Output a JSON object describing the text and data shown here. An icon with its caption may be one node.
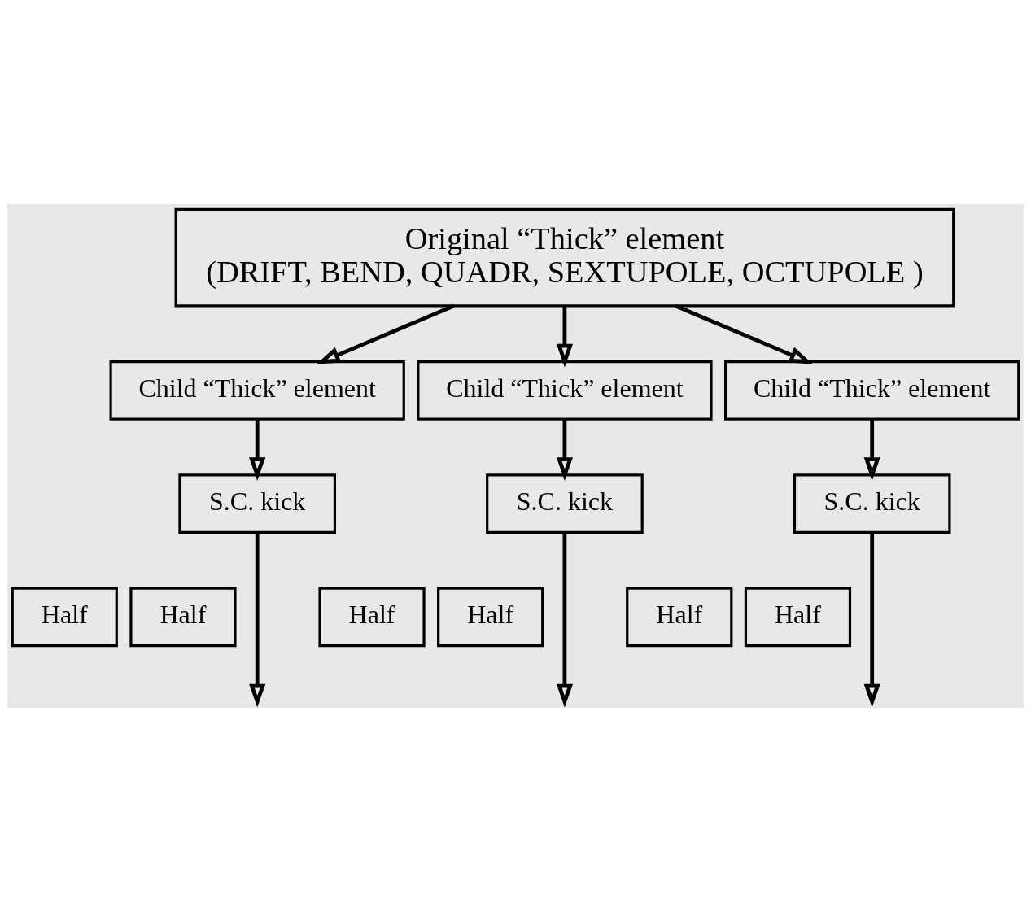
{
  "diagram": {
    "nodes": [
      {
        "text": [
          "Original “Thick” element",
          "(DRIFT, BEND, QUADR, SEXTUPOLE, OCTUPOLE )"
        ]
      },
      {
        "text": [
          "Child “Thick” element"
        ]
      },
      {
        "text": [
          "Child “Thick” element"
        ]
      },
      {
        "text": [
          "Child “Thick” element"
        ]
      },
      {
        "text": [
          "S.C. kick"
        ]
      },
      {
        "text": [
          "S.C. kick"
        ]
      },
      {
        "text": [
          "S.C. kick"
        ]
      },
      {
        "text": [
          "Half"
        ]
      },
      {
        "text": [
          "Half"
        ]
      },
      {
        "text": [
          "Half"
        ]
      },
      {
        "text": [
          "Half"
        ]
      },
      {
        "text": [
          "Half"
        ]
      },
      {
        "text": [
          "Half"
        ]
      }
    ],
    "edges": [
      {
        "from": 0,
        "to": 1,
        "arrow": "to"
      },
      {
        "from": 0,
        "to": 2,
        "arrow": "to"
      },
      {
        "from": 0,
        "to": 3,
        "arrow": "to"
      },
      {
        "from": 1,
        "to": 4,
        "arrow": "to"
      },
      {
        "from": 2,
        "to": 5,
        "arrow": "to"
      },
      {
        "from": 3,
        "to": 6,
        "arrow": "to"
      },
      {
        "from": 4,
        "to": null,
        "arrow": "to"
      },
      {
        "from": 5,
        "to": null,
        "arrow": "to"
      },
      {
        "from": 6,
        "to": null,
        "arrow": "to"
      }
    ]
  }
}
